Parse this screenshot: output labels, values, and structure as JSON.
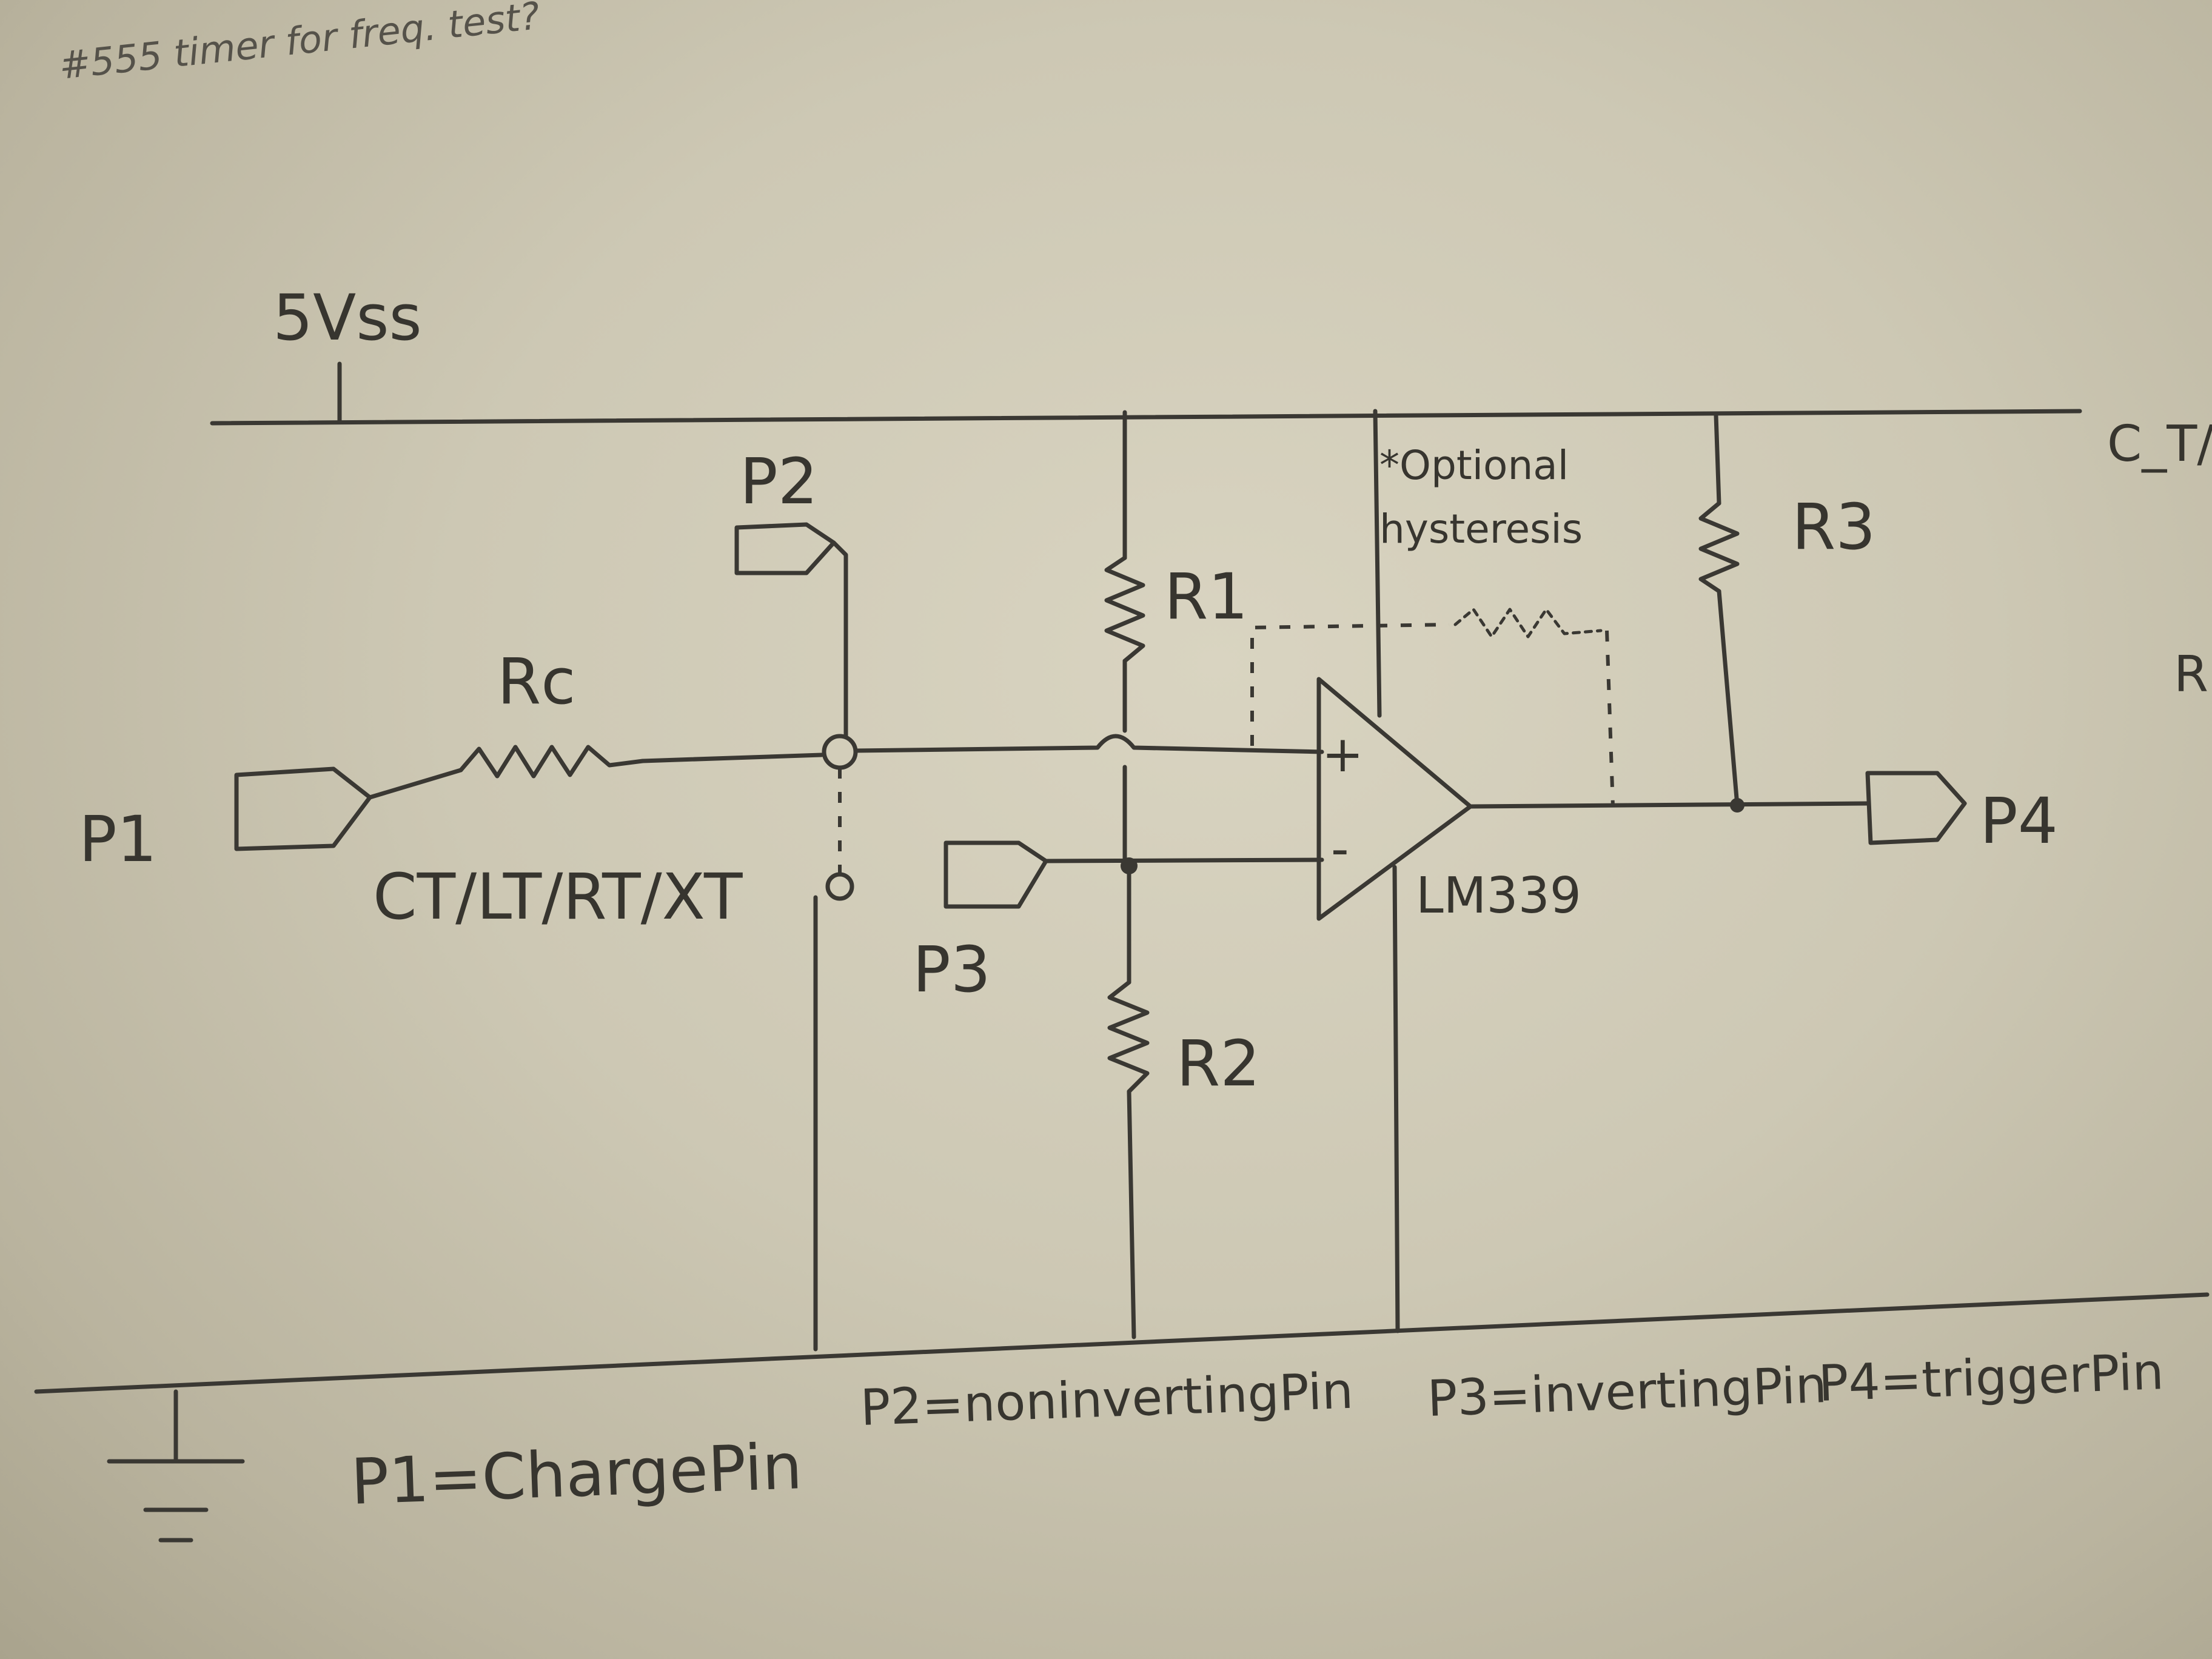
{
  "diagram": {
    "note": "#555 timer for freq. test?",
    "supply_label": "5Vss",
    "right_edge_label": "C_T/L",
    "right_edge_r": "R",
    "nodes": {
      "p1": "P1",
      "p2": "P2",
      "p3": "P3",
      "p4": "P4"
    },
    "components": {
      "rc": "Rc",
      "r1": "R1",
      "r2": "R2",
      "r3": "R3",
      "test_element": "CT/LT/RT/XT",
      "comparator": "LM339",
      "plus": "+",
      "minus": "-"
    },
    "optional_note_line1": "*Optional",
    "optional_note_line2": "hysteresis",
    "legend": {
      "p1": "P1=ChargePin",
      "p2": "P2=noninvertingPin",
      "p3": "P3=invertingPin",
      "p4": "P4=triggerPin"
    }
  }
}
